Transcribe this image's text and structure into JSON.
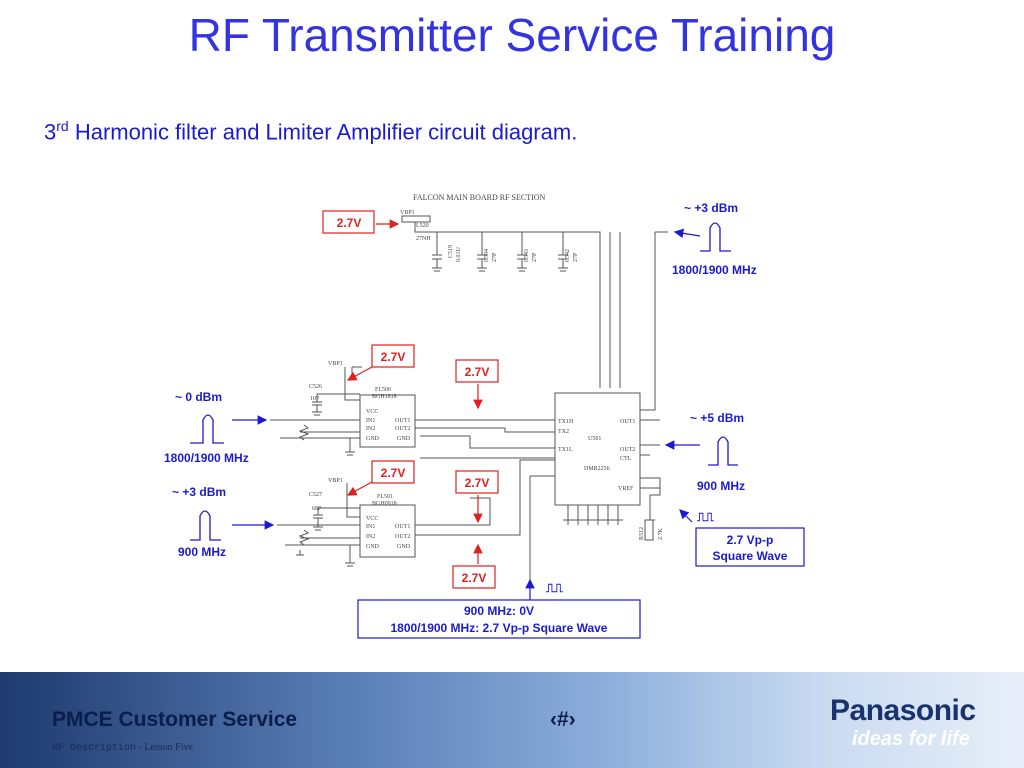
{
  "slide": {
    "title": "RF Transmitter Service Training",
    "subtitle_prefix": "3",
    "subtitle_sup": "rd",
    "subtitle_rest": " Harmonic filter and Limiter Amplifier circuit diagram."
  },
  "diagram": {
    "section_title": "FALCON MAIN BOARD RF SECTION",
    "voltage_label": "2.7V",
    "left_top_power": "~ 0 dBm",
    "left_top_freq": "1800/1900 MHz",
    "left_bottom_power": "~ +3 dBm",
    "left_bottom_freq": "900 MHz",
    "right_top_power": "~ +3 dBm",
    "right_top_freq": "1800/1900 MHz",
    "right_mid_power": "~ +5 dBm",
    "right_mid_freq": "900 MHz",
    "square_wave_line1": "2.7 Vp-p",
    "square_wave_line2": "Square Wave",
    "bottom_box_line1": "900 MHz:  0V",
    "bottom_box_line2": "1800/1900 MHz:  2.7 Vp-p Square Wave",
    "pulse_glyph": "⎍⎍",
    "ref_vbp1_a": "VBP1",
    "ref_vbp1_b": "VBP1",
    "ref_vbp1_c": "VBP1",
    "ref_l520": "L520",
    "ref_l520_val": "27NH",
    "ref_c526": "C526",
    "ref_c526_val": "10P",
    "ref_c527": "C527",
    "ref_c527_val": "68P",
    "ref_fl500": "FL500",
    "ref_fl500_part": "BGH1818",
    "ref_fl501": "FL501",
    "ref_fl501_part": "BGH0918",
    "ref_u501": "U501",
    "ref_u501_part": "DMR2256",
    "ref_c519": "C519",
    "ref_c519_val": "0.01U",
    "ref_c504": "C504",
    "ref_c504_val": "27P",
    "ref_c543": "C543",
    "ref_c543_val": "27P",
    "ref_c542": "C542",
    "ref_c542_val": "27P",
    "ref_r512": "R512",
    "ref_r512_val": "2.7K",
    "pin_vcc": "VCC",
    "pin_in1": "IN1",
    "pin_in2": "IN2",
    "pin_gnd": "GND",
    "pin_out1": "OUT1",
    "pin_out2": "OUT2",
    "pin_tx1h": "TX1H",
    "pin_tx1l": "TX1L",
    "pin_tx2": "TX2",
    "pin_vref": "VREF",
    "pin_ctl": "CTL"
  },
  "footer": {
    "title": "PMCE Customer Service",
    "number": "‹#›",
    "lesson_mono": "RF Description",
    "lesson_serif": " - Lesson Five",
    "logo": "Panasonic",
    "tagline": "ideas for life"
  },
  "colors": {
    "title": "#3333e0",
    "callout_red": "#e02020",
    "callout_blue": "#1a1ad0",
    "schematic": "#555555"
  }
}
